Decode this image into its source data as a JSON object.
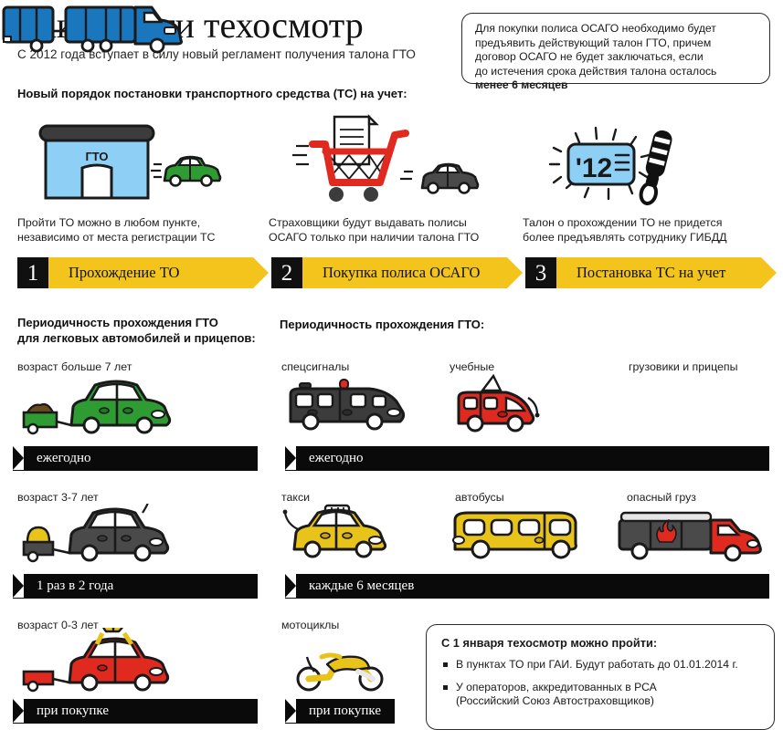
{
  "header": {
    "title": "Как пройти техосмотр",
    "subtitle": "С 2012 года вступает в силу новый регламент получения талона ГТО"
  },
  "top_note": {
    "lines": [
      "Для покупки полиса ОСАГО необходимо будет",
      "предъявить действующий талон ГТО, причем",
      "договор ОСАГО не будет заключаться, если",
      "до истечения срока действия талона осталось"
    ],
    "bold_line": "менее 6 месяцев"
  },
  "procedure": {
    "heading": "Новый порядок постановки транспортного средства (ТС) на учет:",
    "steps": [
      {
        "number": "1",
        "caption_l1": "Пройти ТО можно в любом пункте,",
        "caption_l2": "независимо от места регистрации ТС",
        "label": "Прохождение ТО",
        "icon": "garage-gto-icon",
        "building_text": "ГТО"
      },
      {
        "number": "2",
        "caption_l1": "Страховщики будут выдавать полисы",
        "caption_l2": "ОСАГО только при наличии талона ГТО",
        "label": "Покупка полиса ОСАГО",
        "icon": "shopping-cart-policy-icon"
      },
      {
        "number": "3",
        "caption_l1": "Талон о прохождении ТО не придется",
        "caption_l2": "более предъявлять сотруднику ГИБДД",
        "label": "Постановка ТС на учет",
        "icon": "ticket-12-baton-icon",
        "ticket_text": "'12"
      }
    ]
  },
  "left_column": {
    "heading_l1": "Периодичность прохождения ГТО",
    "heading_l2": "для легковых автомобилей и прицепов:",
    "groups": [
      {
        "label": "возраст больше 7 лет",
        "icon": "green-car-trailer-icon",
        "frequency": "ежегодно"
      },
      {
        "label": "возраст 3-7 лет",
        "icon": "gray-car-trailer-icon",
        "frequency": "1 раз в 2 года"
      },
      {
        "label": "возраст 0-3 лет",
        "icon": "red-new-car-bow-icon",
        "frequency": "при покупке"
      }
    ]
  },
  "right_column": {
    "heading": "Периодичность прохождения ГТО:",
    "rows": [
      {
        "frequency": "ежегодно",
        "items": [
          {
            "label": "спецсигналы",
            "icon": "police-van-icon"
          },
          {
            "label": "учебные",
            "icon": "training-vehicle-icon"
          },
          {
            "label": "грузовики и прицепы",
            "icon": "blue-truck-trailer-icon"
          }
        ]
      },
      {
        "frequency": "каждые 6 месяцев",
        "items": [
          {
            "label": "такси",
            "icon": "yellow-taxi-icon"
          },
          {
            "label": "автобусы",
            "icon": "yellow-bus-icon"
          },
          {
            "label": "опасный груз",
            "icon": "hazmat-tanker-icon"
          }
        ]
      },
      {
        "frequency": "при покупке",
        "items": [
          {
            "label": "мотоциклы",
            "icon": "motorcycle-icon"
          }
        ]
      }
    ]
  },
  "bottom_note": {
    "title": "С 1 января техосмотр можно пройти:",
    "bullets": [
      "В пунктах ТО при ГАИ. Будут работать до 01.01.2014 г.",
      "У операторов, аккредитованных в РСА\n(Российский Союз Автостраховщиков)"
    ]
  },
  "colors": {
    "accent_yellow": "#f2c41c",
    "black": "#0a0a0a",
    "green": "#2f9c33",
    "red": "#e02a20",
    "blue": "#1b77bd",
    "light_blue": "#8ed0f5",
    "dark_gray": "#4a4a4a"
  }
}
